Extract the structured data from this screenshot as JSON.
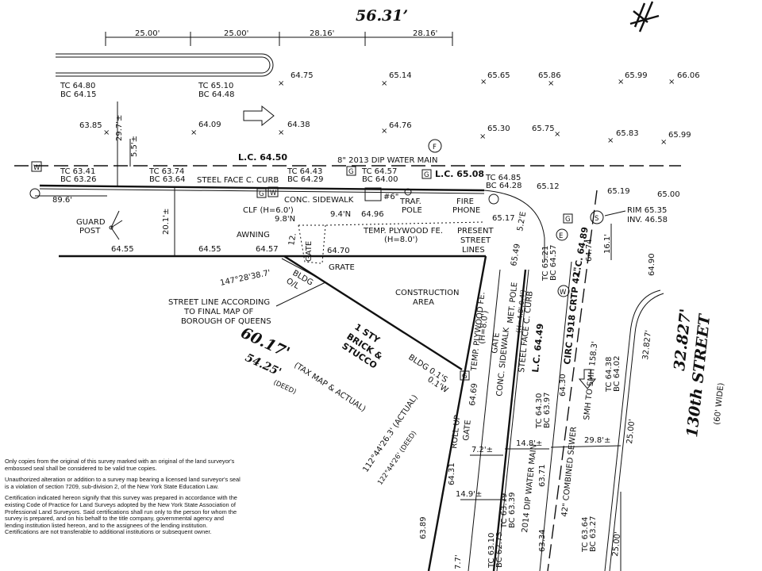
{
  "dims": {
    "top_total": "56.31’",
    "top_25a": "25.00'",
    "top_25b": "25.00'",
    "top_2816a": "28.16'",
    "top_2816b": "28.16'",
    "d297": "29.7'±",
    "d55": "5.5'±",
    "d896": "89.6'",
    "d201": "20.1'±",
    "d98n": "9.8'N",
    "d94n": "9.4'N",
    "d12": "12.",
    "d52e": "5.2'E",
    "d161": "16.1'",
    "bldg_01s": "BLDG 0.1'S",
    "bldg_01w": "0.1'W",
    "d72": "7.2'±",
    "d148": "14.8'±",
    "d298": "29.8'±",
    "d149": "14.9'±",
    "d32827r": "32.827'",
    "d2500r1": "25.00'",
    "d2500r2": "25.00'",
    "d77": "7.7'"
  },
  "elev": {
    "e1": "64.75",
    "e2": "65.14",
    "e3": "65.65",
    "e4": "65.86",
    "e5": "65.99",
    "e6": "66.06",
    "e7": "64.09",
    "e8": "64.38",
    "e9": "64.76",
    "e10": "65.30",
    "e11": "65.75",
    "e12": "65.83",
    "e13": "65.99",
    "e14": "63.85",
    "e15": "64.55",
    "e16": "64.55",
    "e17": "64.57",
    "e18": "64.70",
    "e19": "64.96",
    "e20": "65.12",
    "e21": "65.17",
    "e22": "65.19",
    "e23": "65.00",
    "e24": "65.49",
    "e25": "64.74",
    "e26": "64.90",
    "e27": "64.69",
    "e28": "64.31",
    "e29": "63.89",
    "e30": "63.71",
    "e31": "63.34",
    "e32": "64.30"
  },
  "tcbc": {
    "tc1": "TC 64.80",
    "bc1": "BC 64.15",
    "tc2": "TC 65.10",
    "bc2": "BC 64.48",
    "tc3": "TC 63.41",
    "bc3": "BC 63.26",
    "tc4": "TC 63.74",
    "bc4": "BC 63.64",
    "tc5": "TC 64.43",
    "bc5": "BC 64.29",
    "tc6": "TC 64.57",
    "bc6": "BC 64.00",
    "tc7": "TC 64.85",
    "bc7": "BC 64.28",
    "tc8": "TC 65.21",
    "bc8": "BC 64.57",
    "tc9": "TC 64.38",
    "bc9": "BC 64.02",
    "tc10": "TC 64.30",
    "bc10": "BC 63.97",
    "tc11": "TC 63.79",
    "bc11": "BC 63.39",
    "tc12": "TC 63.64",
    "bc12": "BC 63.27",
    "tc13": "TC 63.10",
    "bc13": "BC 62.73"
  },
  "labels": {
    "lc_6450": "L.C. 64.50",
    "lc_6508": "L.C. 65.08",
    "lc_6489": "L.C. 64.89",
    "lc_6449": "L.C. 64.49",
    "water_main": "8\" 2013 DIP WATER MAIN",
    "steel_curb": "STEEL FACE C. CURB",
    "conc_sidewalk": "CONC. SIDEWALK",
    "traf_pole_1": "TRAF.",
    "traf_pole_2": "POLE",
    "fire_phone_1": "FIRE",
    "fire_phone_2": "PHONE",
    "fire6": "#6\"",
    "clf": "CLF (H=6.0')",
    "gate1": "GATE",
    "gate2": "GATE",
    "grate": "GRATE",
    "awning": "AWNING",
    "temp_plywood": "TEMP. PLYWOOD FE.",
    "temp_plywood_h": "(H=8.0')",
    "present_1": "PRESENT",
    "present_2": "STREET",
    "present_3": "LINES",
    "guard_1": "GUARD",
    "guard_2": "POST",
    "angle1": "147°28'38.7'",
    "bldg_ol_1": "BLDG",
    "bldg_ol_2": "O/L",
    "street_line_1": "STREET LINE ACCORDING",
    "street_line_2": "TO FINAL MAP OF",
    "street_line_3": "BOROUGH OF QUEENS",
    "construction_1": "CONSTRUCTION",
    "construction_2": "AREA",
    "bldg_1": "1 STY",
    "bldg_2": "BRICK &",
    "bldg_3": "STUCCO",
    "len_6017": "60.17'",
    "len_5425": "54.25'",
    "len_5425_deed": "(DEED)",
    "taxmap": "(TAX MAP & ACTUAL)",
    "angle_actual": "112°44'26.3' (ACTUAL)",
    "angle_deed": "122°44'26' (DEED)",
    "roll_up_1": "ROLL UP",
    "roll_up_2": "GATE",
    "temp_ply_v1": "TEMP. PLYWOOD FE.",
    "temp_ply_v2": "(H=8.0')",
    "conc_sidewalk_v": "CONC. SIDEWALK",
    "gate_v": "GATE",
    "met_pole_1": "MET. POLE",
    "met_pole_2": "(H=4.8',0.4')",
    "steel_curb_v": "STEEL FACE C. CURB",
    "circ": "CIRC 1918 CRTP 42\"",
    "smh": "SMH TO SMH 158.3'",
    "combined_sewer": "42\" COMBINED SEWER",
    "dip_water": "2014 DIP WATER MAIN",
    "rim": "RIM 65.35",
    "inv": "INV. 46.58",
    "street_width": "32.827'",
    "street_name": "130th STREET",
    "street_wide": "(60' WIDE)",
    "f_mark": "F",
    "e_mark": "E",
    "w_mark": "W",
    "g_mark": "G",
    "s_mark": "S"
  },
  "notes": [
    "Only copies from the original of this survey marked with an original of the land surveyor's embossed seal shall be considered to be valid true copies.",
    "Unauthorized alteration or addition to a survey map bearing a licensed land surveyor's seal is a violation of section 7209, sub-division 2, of the New York State Education Law.",
    "Certification indicated hereon signify that this survey was prepared in accordance with the existing Code of Practice for Land Surveys adopted by the New York State Association of Professional Land Surveyors. Said certifications shall run only to the person for whom the survey is prepared, and on his behalf to the title company, governmental agency and lending institution listed hereon, and to the assignees of the lending institution. Certifications are not transferable to additional institutions or subsequent owner."
  ]
}
